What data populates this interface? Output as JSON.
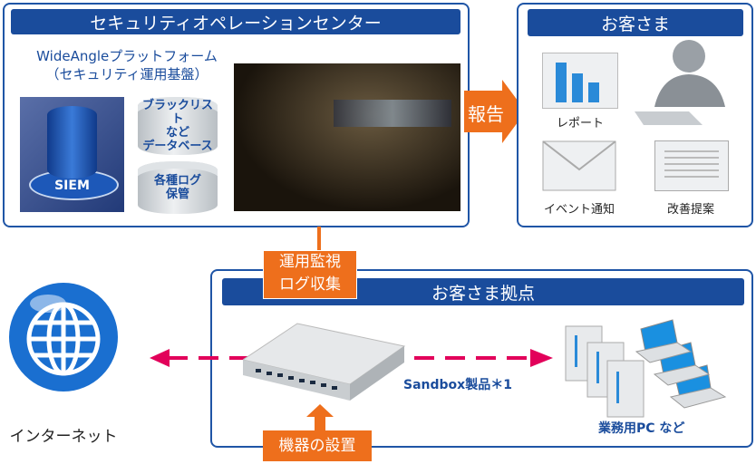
{
  "soc": {
    "title": "セキュリティオペレーションセンター",
    "platform_line1": "WideAngleプラットフォーム",
    "platform_line2": "（セキュリティ運用基盤）",
    "siem": "SIEM",
    "db1_line1": "ブラックリスト",
    "db1_line2": "など",
    "db1_line3": "データベース",
    "db2_line1": "各種ログ",
    "db2_line2": "保管"
  },
  "report_arrow": "報告",
  "customer": {
    "title": "お客さま",
    "report": "レポート",
    "event": "イベント通知",
    "improve": "改善提案"
  },
  "monitor_label_line1": "運用監視",
  "monitor_label_line2": "ログ収集",
  "site": {
    "title": "お客さま拠点",
    "sandbox": "Sandbox製品",
    "note": "＊1",
    "pcs": "業務用PC など"
  },
  "install_label": "機器の設置",
  "internet": "インターネット",
  "colors": {
    "navy": "#1a4c9c",
    "orange": "#ee6f1c",
    "pink": "#e2005a"
  }
}
